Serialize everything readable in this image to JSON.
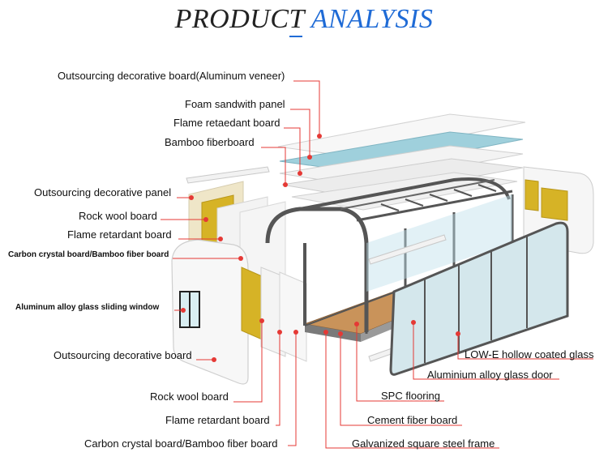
{
  "title": {
    "part1": "PRODUCT",
    "part2": "ANALYSIS"
  },
  "colors": {
    "title_dark": "#222222",
    "title_accent": "#1f6bd6",
    "leader_line": "#e53935",
    "label_dot": "#e53935",
    "yellow_board": "#d6b326",
    "glass": "#bfe1ea",
    "frame": "#5a5a5a",
    "floor": "#c9935a"
  },
  "labels": {
    "outsourcing_veneer": "Outsourcing decorative board(Aluminum veneer)",
    "foam_sandwich": "Foam sandwith panel",
    "flame_retaedant": "Flame retaedant board",
    "bamboo_fiberboard": "Bamboo fiberboard",
    "outsourcing_panel": "Outsourcing decorative panel",
    "rock_wool_left": "Rock wool board",
    "flame_retardant_left": "Flame retardant board",
    "carbon_crystal_left": "Carbon crystal board/Bamboo fiber board",
    "aluminum_window": "Aluminum alloy glass sliding window",
    "outsourcing_board": "Outsourcing decorative board",
    "rock_wool_bottom": "Rock wool board",
    "flame_retardant_bottom": "Flame retardant board",
    "carbon_crystal_bottom": "Carbon crystal board/Bamboo fiber board",
    "galvanized_frame": "Galvanized square steel frame",
    "cement_fiber": "Cement fiber board",
    "spc_flooring": "SPC flooring",
    "aluminium_door": "Aluminium alloy glass door",
    "lowe_glass": "LOW-E hollow coated glass"
  }
}
